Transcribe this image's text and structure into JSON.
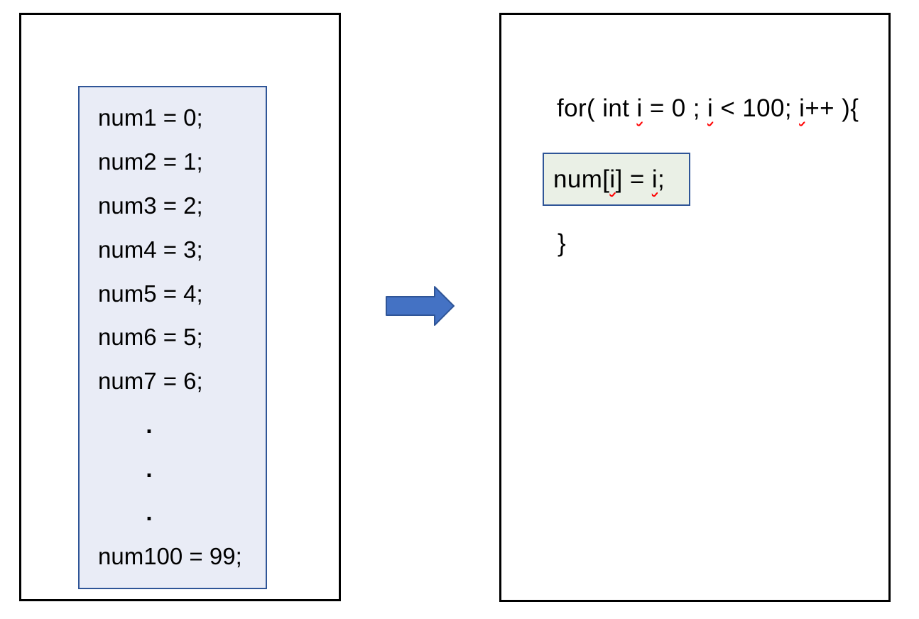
{
  "colors": {
    "panel_border": "#000000",
    "assign_box_fill": "#E9ECF6",
    "code_box_border": "#2F5597",
    "body_box_fill": "#EAF0E6",
    "arrow_fill": "#4472C4",
    "arrow_stroke": "#2F5597",
    "squiggle": "#FF0000",
    "text": "#000000"
  },
  "left_panel": {
    "assignments": [
      {
        "text": "num1 = 0;",
        "style": "code"
      },
      {
        "text": "num2 = 1;",
        "style": "code"
      },
      {
        "text": "num3 = 2;",
        "style": "code"
      },
      {
        "text": "num4 = 3;",
        "style": "code"
      },
      {
        "text": "num5 = 4;",
        "style": "code"
      },
      {
        "text": "num6 = 5;",
        "style": "code"
      },
      {
        "text": "num7 = 6;",
        "style": "code"
      },
      {
        "text": ".",
        "style": "dot"
      },
      {
        "text": ".",
        "style": "dot"
      },
      {
        "text": ".",
        "style": "dot"
      },
      {
        "text": "num100 = 99;",
        "style": "code"
      }
    ]
  },
  "arrow": {
    "direction": "right"
  },
  "right_panel": {
    "for_line": {
      "segments": [
        {
          "text": "for( int ",
          "squiggle": false
        },
        {
          "text": "i",
          "squiggle": true
        },
        {
          "text": " = 0 ; ",
          "squiggle": false
        },
        {
          "text": "i",
          "squiggle": true
        },
        {
          "text": " < 100; ",
          "squiggle": false
        },
        {
          "text": "i",
          "squiggle": true
        },
        {
          "text": "++ ){",
          "squiggle": false
        }
      ]
    },
    "loop_body": {
      "segments": [
        {
          "text": "num[",
          "squiggle": false
        },
        {
          "text": "i",
          "squiggle": true
        },
        {
          "text": "] = ",
          "squiggle": false
        },
        {
          "text": "i",
          "squiggle": true
        },
        {
          "text": ";",
          "squiggle": false
        }
      ]
    },
    "closing_brace": "}"
  }
}
